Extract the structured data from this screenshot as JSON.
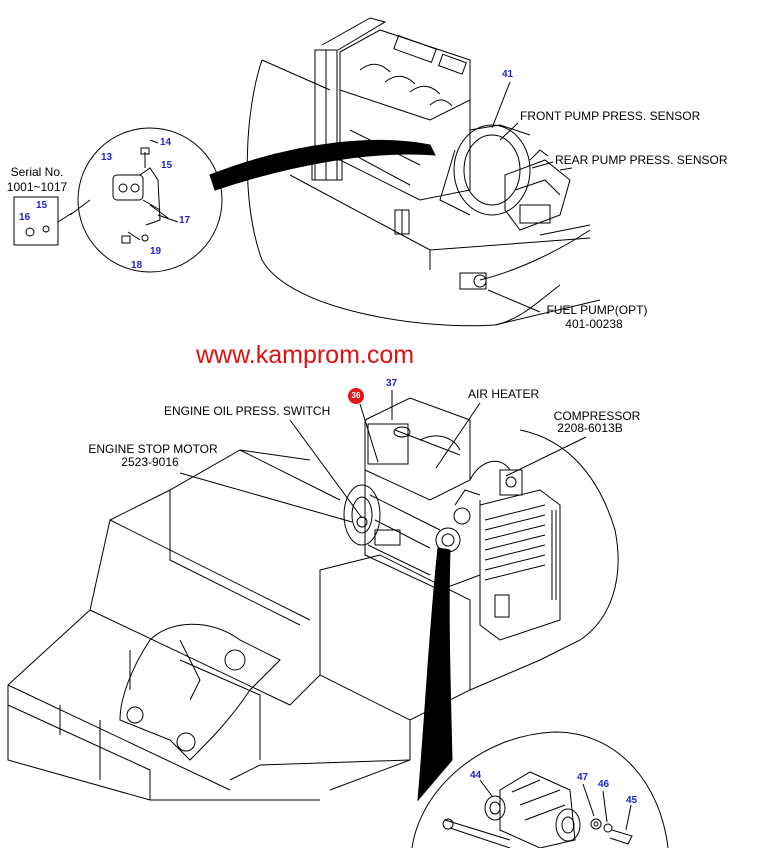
{
  "serial_note": {
    "line1": "Serial No.",
    "line2": "1001~1017"
  },
  "labels": {
    "front_sensor": "FRONT PUMP PRESS. SENSOR",
    "rear_sensor": "REAR PUMP PRESS. SENSOR",
    "fuel_pump": "FUEL PUMP(OPT)",
    "fuel_pump_no": "401-00238",
    "watermark": "www.kamprom.com",
    "air_heater": "AIR HEATER",
    "compressor": "COMPRESSOR",
    "compressor_no": "2208-6013B",
    "oil_switch": "ENGINE OIL PRESS. SWITCH",
    "stop_motor": "ENGINE STOP MOTOR",
    "stop_motor_no": "2523-9016"
  },
  "callouts": {
    "c41": "41",
    "c13": "13",
    "c14": "14",
    "c15a": "15",
    "c15b": "15",
    "c16": "16",
    "c17": "17",
    "c18": "18",
    "c19": "19",
    "c36": "36",
    "c37": "37",
    "c44": "44",
    "c47": "47",
    "c46": "46",
    "c45": "45"
  }
}
